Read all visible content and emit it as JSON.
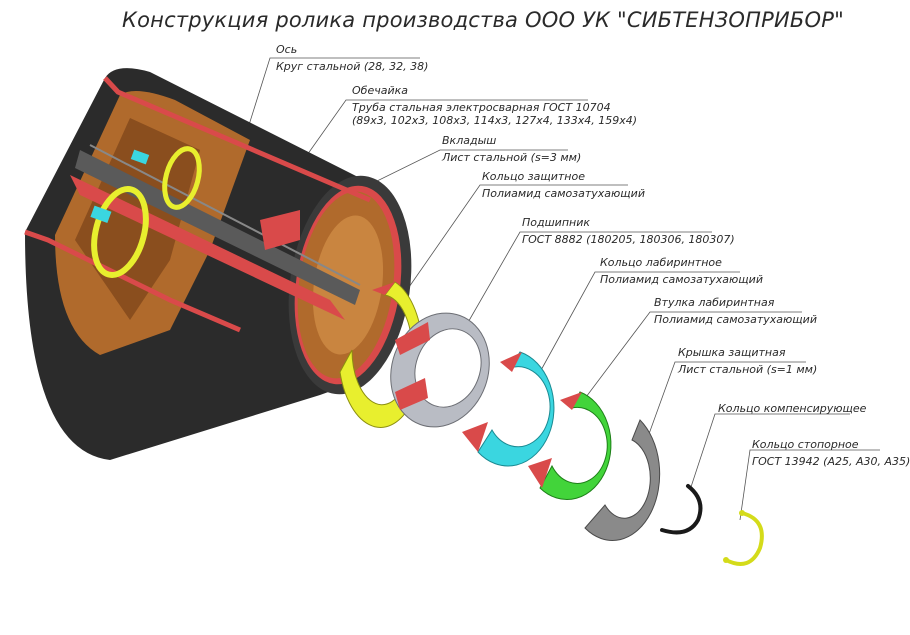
{
  "title": "Конструкция ролика производства ООО УК \"СИБТЕНЗОПРИБОР\"",
  "parts": [
    {
      "name": "Ось",
      "spec": "Круг стальной (28, 32, 38)"
    },
    {
      "name": "Обечайка",
      "spec": "Труба стальная электросварная ГОСТ 10704",
      "spec2": "(89х3, 102х3, 108х3, 114х3, 127х4, 133х4, 159х4)"
    },
    {
      "name": "Вкладыш",
      "spec": "Лист стальной (s=3 мм)"
    },
    {
      "name": "Кольцо защитное",
      "spec": "Полиамид самозатухающий"
    },
    {
      "name": "Подшипник",
      "spec": "ГОСТ 8882 (180205, 180306, 180307)"
    },
    {
      "name": "Кольцо лабиринтное",
      "spec": "Полиамид самозатухающий"
    },
    {
      "name": "Втулка лабиринтная",
      "spec": "Полиамид самозатухающий"
    },
    {
      "name": "Крышка защитная",
      "spec": "Лист стальной (s=1 мм)"
    },
    {
      "name": "Кольцо компенсирующее"
    },
    {
      "name": "Кольцо стопорное",
      "spec": "ГОСТ 13942 (А25, А30, А35)"
    }
  ],
  "colors": {
    "shell": "#2b2b2b",
    "cut": "#d94a4a",
    "brown": "#b06a2c",
    "yellow": "#e8ef2e",
    "cyan": "#3ad6e0",
    "green": "#42d43a",
    "grey": "#8a8a8a",
    "bearing": "#b9bcc4"
  }
}
